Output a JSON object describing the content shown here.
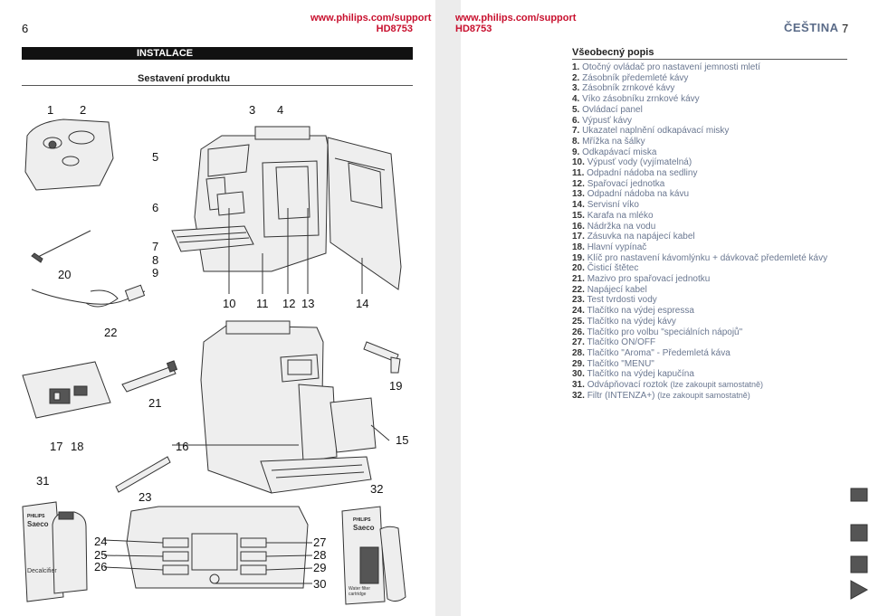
{
  "header": {
    "left_page_number": "6",
    "right_page_number": "7",
    "support_url_left": "www.philips.com/support",
    "model_left": "HD8753",
    "support_url_right": "www.philips.com/support",
    "model_right": "HD8753",
    "language": "ČEŠTINA"
  },
  "left": {
    "section_title": "INSTALACE",
    "subsection_title": "Sestavení produktu"
  },
  "right": {
    "section_title": "Všeobecný popis",
    "parts": [
      {
        "n": "1.",
        "t": "Otočný ovládač pro nastavení jemnosti mletí"
      },
      {
        "n": "2.",
        "t": "Zásobník předemleté kávy"
      },
      {
        "n": "3.",
        "t": "Zásobník zrnkové kávy"
      },
      {
        "n": "4.",
        "t": "Víko zásobníku zrnkové kávy"
      },
      {
        "n": "5.",
        "t": "Ovládací panel"
      },
      {
        "n": "6.",
        "t": "Výpusť kávy"
      },
      {
        "n": "7.",
        "t": "Ukazatel naplnění odkapávací misky"
      },
      {
        "n": "8.",
        "t": "Mřížka na šálky"
      },
      {
        "n": "9.",
        "t": "Odkapávací miska"
      },
      {
        "n": "10.",
        "t": "Výpusť vody (vyjímatelná)"
      },
      {
        "n": "11.",
        "t": "Odpadní nádoba na sedliny"
      },
      {
        "n": "12.",
        "t": "Spařovací jednotka"
      },
      {
        "n": "13.",
        "t": "Odpadní nádoba na kávu"
      },
      {
        "n": "14.",
        "t": "Servisní víko"
      },
      {
        "n": "15.",
        "t": "Karafa na mléko"
      },
      {
        "n": "16.",
        "t": "Nádržka na vodu"
      },
      {
        "n": "17.",
        "t": "Zásuvka na napájecí kabel"
      },
      {
        "n": "18.",
        "t": "Hlavní vypínač"
      },
      {
        "n": "19.",
        "t": "Klíč pro nastavení kávomlýnku + dávkovač předemleté kávy"
      },
      {
        "n": "20.",
        "t": "Čisticí štětec"
      },
      {
        "n": "21.",
        "t": "Mazivo pro spařovací jednotku"
      },
      {
        "n": "22.",
        "t": "Napájecí kabel"
      },
      {
        "n": "23.",
        "t": "Test tvrdosti vody"
      },
      {
        "n": "24.",
        "t": "Tlačítko na výdej espressa"
      },
      {
        "n": "25.",
        "t": "Tlačítko na výdej kávy"
      },
      {
        "n": "26.",
        "t": "Tlačítko pro volbu \"speciálních nápojů\""
      },
      {
        "n": "27.",
        "t": "Tlačítko ON/OFF"
      },
      {
        "n": "28.",
        "t": "Tlačítko \"Aroma\" - Předemletá káva"
      },
      {
        "n": "29.",
        "t": "Tlačítko \"MENU\""
      },
      {
        "n": "30.",
        "t": "Tlačítko na výdej kapučína"
      },
      {
        "n": "31.",
        "t": "Odvápňovací roztok",
        "note": "(lze zakoupit samostatně)"
      },
      {
        "n": "32.",
        "t": "Filtr (INTENZA+)",
        "note": "(lze zakoupit samostatně)"
      }
    ]
  },
  "callouts": [
    "1",
    "2",
    "3",
    "4",
    "5",
    "6",
    "7",
    "8",
    "9",
    "10",
    "11",
    "12",
    "13",
    "14",
    "15",
    "16",
    "17",
    "18",
    "19",
    "20",
    "21",
    "22",
    "23",
    "24",
    "25",
    "26",
    "27",
    "28",
    "29",
    "30",
    "31",
    "32"
  ],
  "product_labels": {
    "brand_left": "Saeco",
    "brand_small_left": "PHILIPS",
    "decalc_label": "Decalcifier",
    "brand_right": "Saeco",
    "brand_small_right": "PHILIPS",
    "filter_label": "Water filter cartridge"
  }
}
